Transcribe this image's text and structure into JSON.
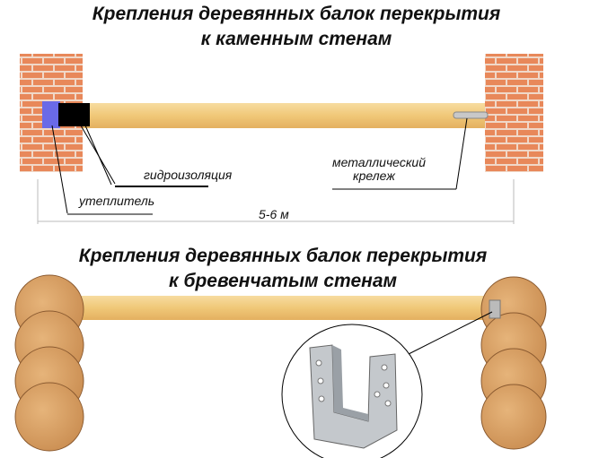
{
  "stone_section": {
    "title_line1": "Крепления деревянных балок перекрытия",
    "title_line2": "к каменным стенам",
    "labels": {
      "waterproofing": "гидроизоляция",
      "metal_fastener_line1": "металлический",
      "metal_fastener_line2": "крележ",
      "insulation": "утеплитель",
      "span": "5-6 м"
    }
  },
  "log_section": {
    "title_line1": "Крепления деревянных балок перекрытия",
    "title_line2": "к бревенчатым стенам"
  },
  "colors": {
    "brick": "#e8885a",
    "mortar": "#f0d8c8",
    "beam": "#f0c878",
    "log": "#d9a066",
    "insulation": "#6a6ae8"
  }
}
